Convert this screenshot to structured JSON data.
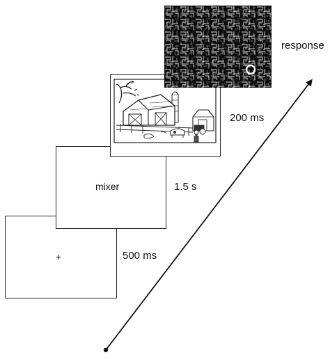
{
  "stimuli": [
    {
      "id": "fixation",
      "content": "+",
      "duration": "500 ms"
    },
    {
      "id": "word",
      "content": "mixer",
      "duration": "1.5 s"
    },
    {
      "id": "scene",
      "image": "farm-scene-line-drawing",
      "duration": "200 ms"
    },
    {
      "id": "mask",
      "image": "noise-mask-with-circle-probe",
      "duration": "response"
    }
  ]
}
